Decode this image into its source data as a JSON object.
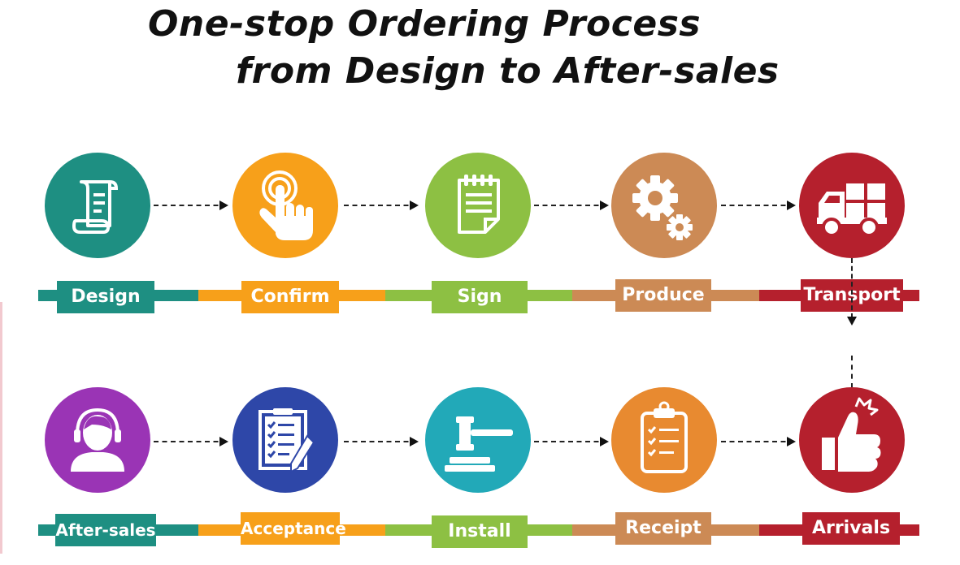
{
  "title": {
    "line1": "One-stop Ordering Process",
    "line2": "from Design to After-sales"
  },
  "steps": [
    {
      "label": "Design",
      "color": "#1e8f82",
      "icon": "document-scroll-icon"
    },
    {
      "label": "Confirm",
      "color": "#f7a01a",
      "icon": "touch-hand-icon"
    },
    {
      "label": "Sign",
      "color": "#8dc043",
      "icon": "notepad-icon"
    },
    {
      "label": "Produce",
      "color": "#cc8a55",
      "icon": "gears-icon"
    },
    {
      "label": "Transport",
      "color": "#b5202d",
      "icon": "delivery-truck-icon"
    },
    {
      "label": "Arrivals",
      "color": "#b5202d",
      "icon": "thumbs-up-icon"
    },
    {
      "label": "Receipt",
      "color": "#cc8a55",
      "icon": "clipboard-checklist-icon"
    },
    {
      "label": "Install",
      "color": "#22a9b8",
      "icon": "gavel-hammer-icon"
    },
    {
      "label": "Acceptance",
      "color": "#2e47a8",
      "icon": "checklist-pen-icon"
    },
    {
      "label": "After-sales",
      "color": "#9a34b5",
      "icon": "support-agent-icon"
    }
  ],
  "band_colors": {
    "teal": "#1e8f82",
    "orange": "#f7a01a",
    "green": "#8dc043",
    "tan": "#cc8a55",
    "red": "#b5202d"
  }
}
